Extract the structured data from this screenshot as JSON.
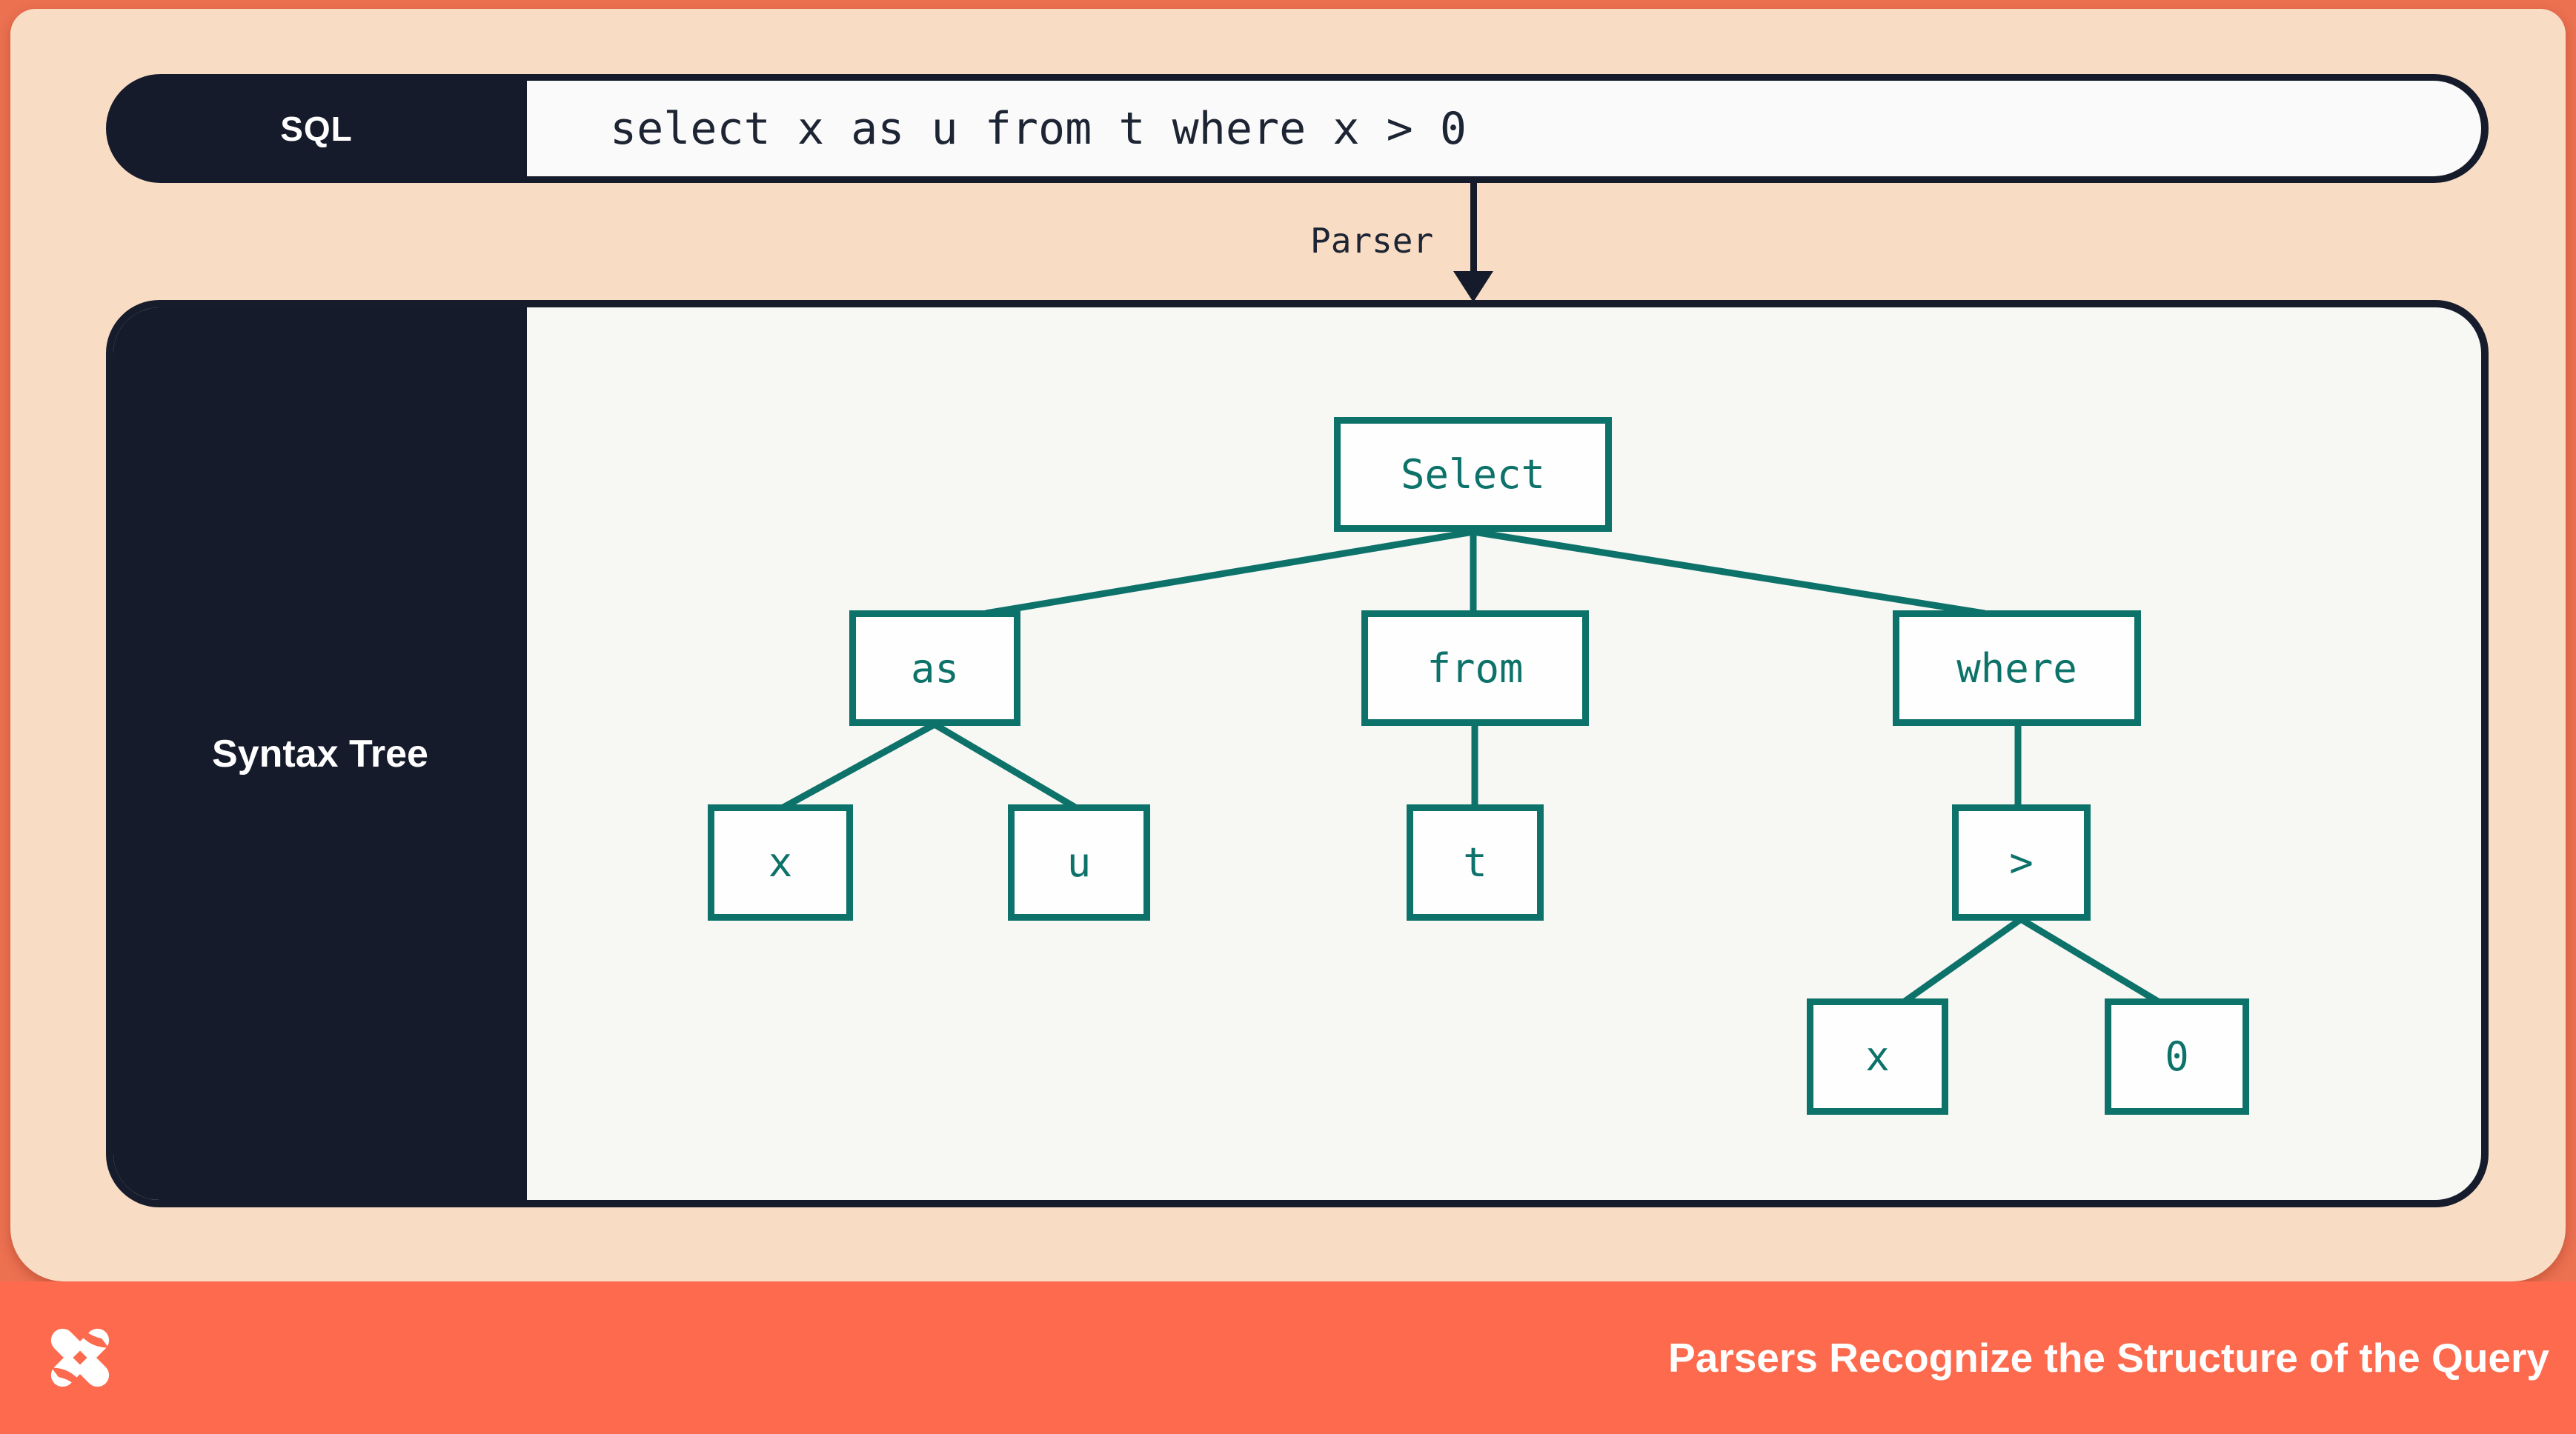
{
  "sql_bar": {
    "label": "SQL",
    "query": "select x as u from t where x > 0"
  },
  "parser": {
    "label": "Parser"
  },
  "syntax_tree": {
    "panel_label": "Syntax Tree",
    "nodes": {
      "select": {
        "label": "Select"
      },
      "as": {
        "label": "as"
      },
      "from": {
        "label": "from"
      },
      "where": {
        "label": "where"
      },
      "x1": {
        "label": "x"
      },
      "u": {
        "label": "u"
      },
      "t": {
        "label": "t"
      },
      "gt": {
        "label": ">"
      },
      "x2": {
        "label": "x"
      },
      "zero": {
        "label": "0"
      }
    },
    "edges": [
      [
        "Select",
        "as"
      ],
      [
        "Select",
        "from"
      ],
      [
        "Select",
        "where"
      ],
      [
        "as",
        "x"
      ],
      [
        "as",
        "u"
      ],
      [
        "from",
        "t"
      ],
      [
        "where",
        ">"
      ],
      [
        ">",
        "x"
      ],
      [
        ">",
        "0"
      ]
    ]
  },
  "footer": {
    "title": "Parsers Recognize the Structure of the Query",
    "logo": "dolt-logo"
  },
  "colors": {
    "coral": "#fd6a4d",
    "frame": "#ec7151",
    "peach": "#f8dcc4",
    "navy": "#151b2a",
    "teal": "#0d7269",
    "offwhite": "#f7f7f4"
  }
}
